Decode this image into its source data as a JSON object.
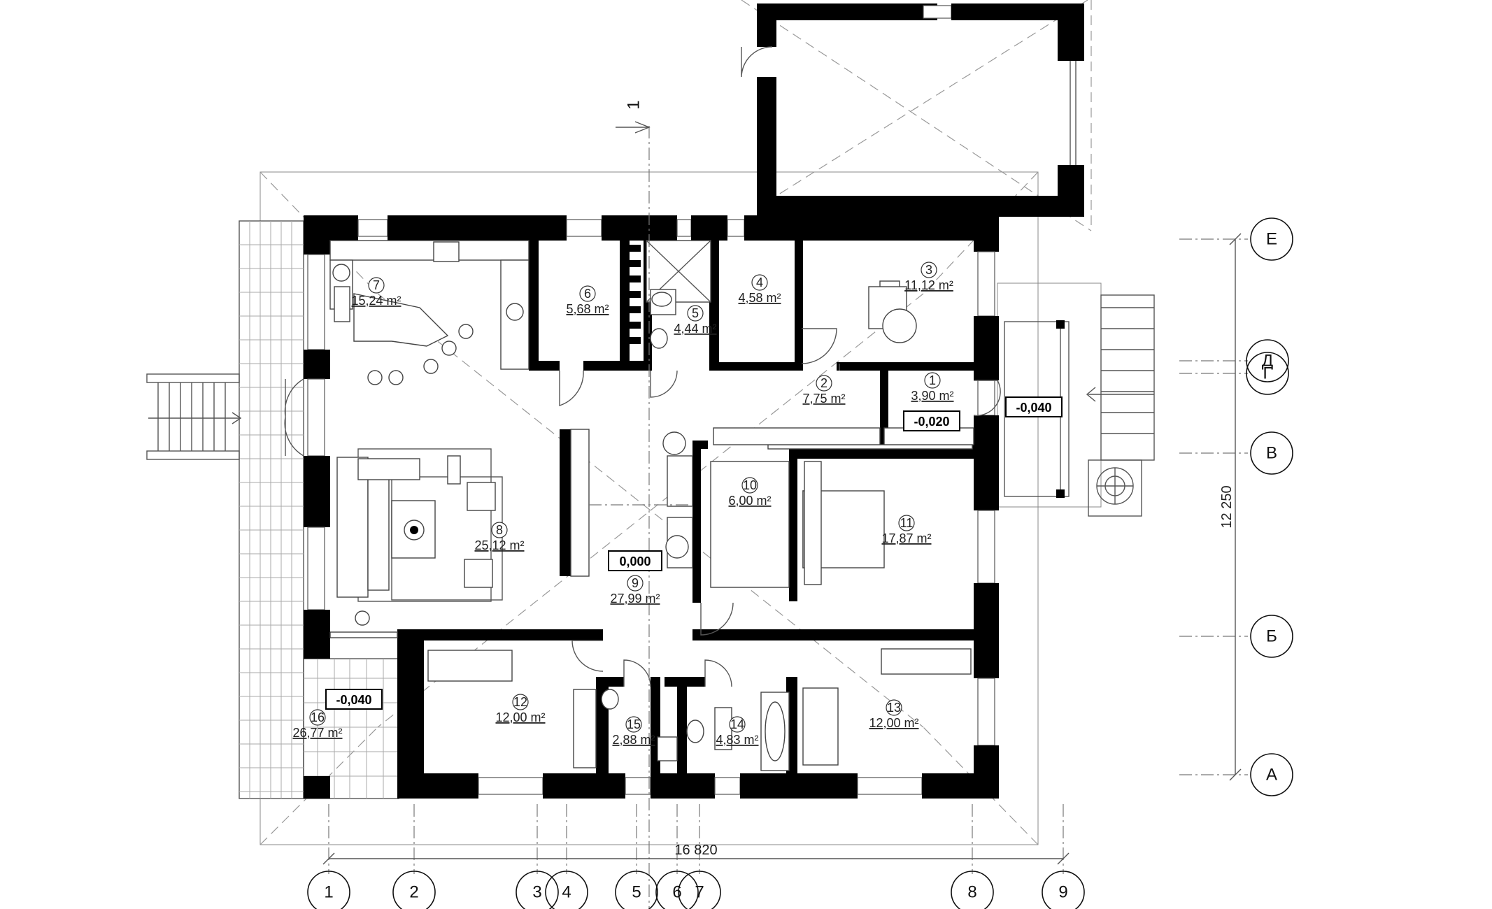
{
  "rooms": [
    {
      "num": "1",
      "area": "3,90 m²"
    },
    {
      "num": "2",
      "area": "7,75 m²"
    },
    {
      "num": "3",
      "area": "11,12 m²"
    },
    {
      "num": "4",
      "area": "4,58 m²"
    },
    {
      "num": "5",
      "area": "4,44 m²"
    },
    {
      "num": "6",
      "area": "5,68 m²"
    },
    {
      "num": "7",
      "area": "15,24 m²"
    },
    {
      "num": "8",
      "area": "25,12 m²"
    },
    {
      "num": "9",
      "area": "27,99 m²"
    },
    {
      "num": "10",
      "area": "6,00 m²"
    },
    {
      "num": "11",
      "area": "17,87 m²"
    },
    {
      "num": "12",
      "area": "12,00 m²"
    },
    {
      "num": "13",
      "area": "12,00 m²"
    },
    {
      "num": "14",
      "area": "4,83 m²"
    },
    {
      "num": "15",
      "area": "2,88 m²"
    },
    {
      "num": "16",
      "area": "26,77 m²"
    }
  ],
  "levels": [
    "0,000",
    "-0,020",
    "-0,040",
    "-0,040"
  ],
  "axes_numeric": [
    "1",
    "2",
    "3",
    "4",
    "5",
    "6",
    "7",
    "8",
    "9"
  ],
  "axes_letter": [
    "Е",
    "Д",
    "Г",
    "В",
    "Б",
    "А"
  ],
  "dimensions": {
    "width": "16 820",
    "height": "12 250"
  },
  "section_mark": "1"
}
